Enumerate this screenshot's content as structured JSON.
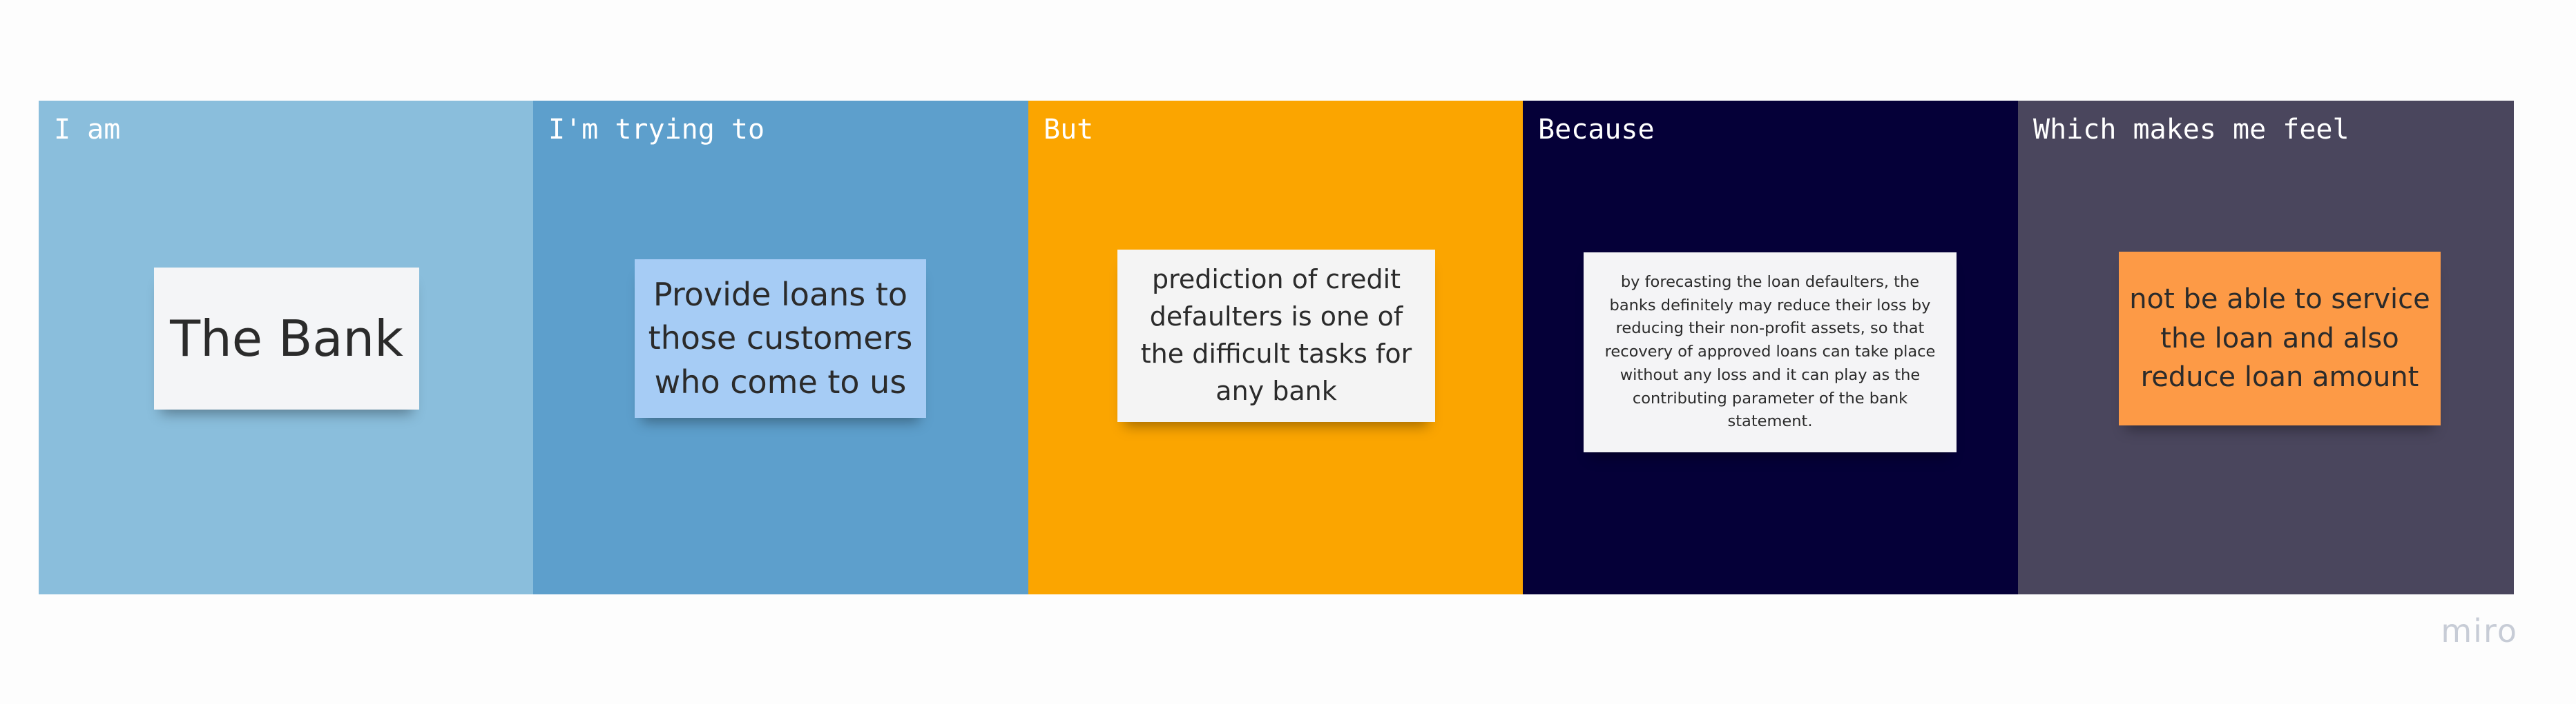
{
  "board": {
    "columns": [
      {
        "label": "I am",
        "color": "#8abedc",
        "sticky": {
          "text": "The Bank",
          "color": "#f4f5f7"
        }
      },
      {
        "label": "I'm trying to",
        "color": "#5d9fcc",
        "sticky": {
          "text": "Provide loans to those customers who come to us",
          "color": "#a6ccf5"
        }
      },
      {
        "label": "But",
        "color": "#fba500",
        "sticky": {
          "text": "prediction of credit defaulters is one of the difficult tasks for any bank",
          "color": "#f4f4f4"
        }
      },
      {
        "label": "Because",
        "color": "#050038",
        "sticky": {
          "text": "by forecasting the loan defaulters, the banks definitely may reduce their loss by reducing their non-profit assets, so that recovery of approved loans can take place without any loss and it can play as the contributing parameter of the bank statement.",
          "color": "#f4f4f6"
        }
      },
      {
        "label": "Which makes me feel",
        "color": "#4a465d",
        "sticky": {
          "text": "not be able to service the loan and also reduce loan amount",
          "color": "#fd9a46"
        }
      }
    ]
  },
  "logo": {
    "text": "miro",
    "color": "#c7ccd6"
  }
}
